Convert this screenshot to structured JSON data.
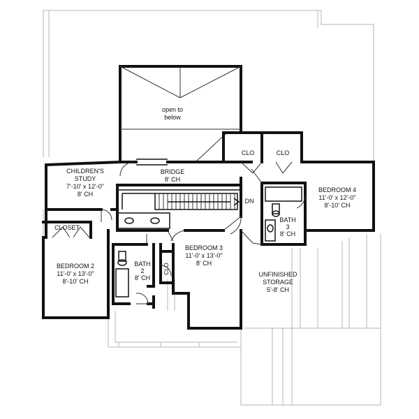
{
  "labels": {
    "open_to_below": [
      "open to",
      "below"
    ],
    "childrens_study": [
      "CHILDREN'S",
      "STUDY",
      "7'-10' x 12'-0\"",
      "8' CH"
    ],
    "bridge": [
      "BRIDGE",
      "8' CH"
    ],
    "clo_left": "CLO",
    "clo_right": "CLO",
    "bedroom4": [
      "BEDROOM 4",
      "11'-0' x 12'-0\"",
      "8'-10' CH"
    ],
    "dn": "DN",
    "bath3": [
      "BATH",
      "3",
      "8' CH"
    ],
    "closet": "CLOSET",
    "bedroom2": [
      "BEDROOM 2",
      "11'-0' x 13'-0\"",
      "8'-10' CH"
    ],
    "bath2": [
      "BATH",
      "2",
      "8' CH"
    ],
    "clo_bath2": "CLO",
    "bedroom3": [
      "BEDROOM 3",
      "11'-0' x 13'-0\"",
      "8' CH"
    ],
    "unfinished_storage": [
      "UNFINISHED",
      "STORAGE",
      "5'-8' CH"
    ]
  }
}
